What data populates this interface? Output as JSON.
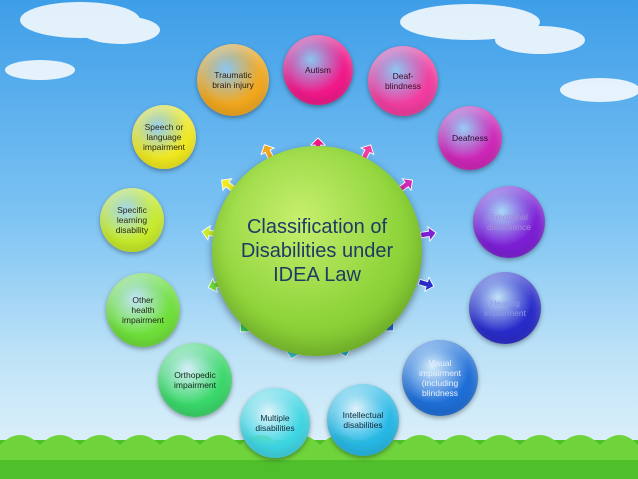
{
  "center": {
    "label": "Classification of Disabilities under IDEA Law",
    "color": "#8ed43a",
    "text_color": "#1f3a66"
  },
  "categories": [
    {
      "label": "Autism",
      "color": "#f2198a",
      "text_color": "#3a0b25"
    },
    {
      "label": "Deaf-\nblindness",
      "color": "#f33da0",
      "text_color": "#3a0b25"
    },
    {
      "label": "Deafness",
      "color": "#cf27b8",
      "text_color": "#2a0a2a"
    },
    {
      "label": "Emotional\ndisturbance",
      "color": "#7d1fd6",
      "text_color": "#a48cd9"
    },
    {
      "label": "Hearing\nimpairment",
      "color": "#2a2ccb",
      "text_color": "#8a98e8"
    },
    {
      "label": "Visual\nimpairment\n(including\nblindness",
      "color": "#1f6fd8",
      "text_color": "#e8f2ff"
    },
    {
      "label": "Intellectual\ndisabilities",
      "color": "#27b9e6",
      "text_color": "#0d2a3a"
    },
    {
      "label": "Multiple\ndisabilities",
      "color": "#3ed6e3",
      "text_color": "#0d2a3a"
    },
    {
      "label": "Orthopedic\nimpairment",
      "color": "#3ad86a",
      "text_color": "#0d2a14"
    },
    {
      "label": "Other\nhealth\nimpairment",
      "color": "#6fe03a",
      "text_color": "#1a2a0d"
    },
    {
      "label": "Specific\nlearning\ndisability",
      "color": "#c8ec2a",
      "text_color": "#2a2a0d"
    },
    {
      "label": "Speech or\nlanguage\nimpairment",
      "color": "#f2ea1e",
      "text_color": "#2a260d"
    },
    {
      "label": "Traumatic\nbrain injury",
      "color": "#f2a81e",
      "text_color": "#2a1a0d"
    }
  ]
}
